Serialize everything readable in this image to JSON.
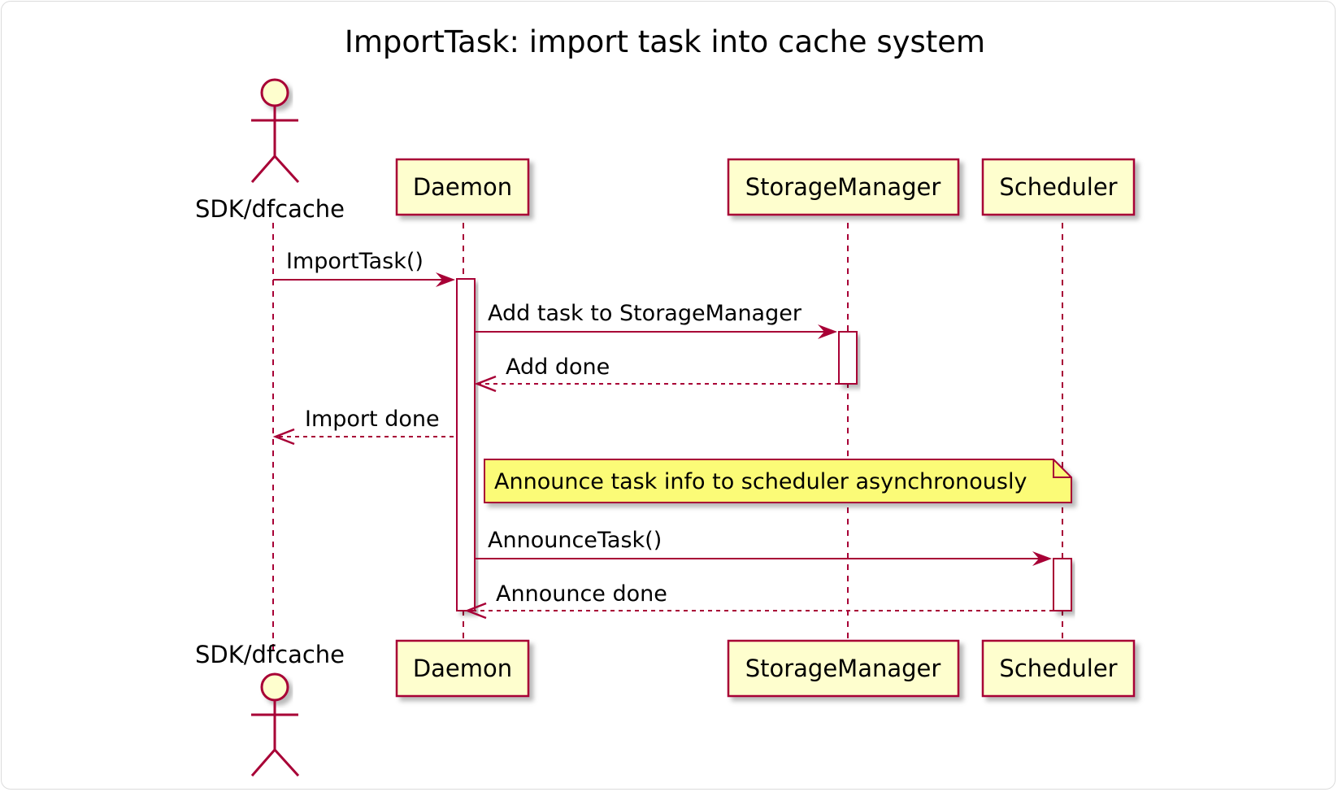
{
  "title": "ImportTask: import task into cache system",
  "actor": {
    "name": "SDK/dfcache"
  },
  "participants": {
    "daemon": "Daemon",
    "storage_manager": "StorageManager",
    "scheduler": "Scheduler"
  },
  "messages": {
    "import_task": "ImportTask()",
    "add_task": "Add task to StorageManager",
    "add_done": "Add done",
    "import_done": "Import done",
    "announce_task": "AnnounceTask()",
    "announce_done": "Announce done"
  },
  "note": {
    "text": "Announce task info to scheduler asynchronously"
  },
  "colors": {
    "line": "#A80036",
    "participant_fill": "#FEFECE",
    "note_fill": "#FBFB77",
    "shadow": "#c8c8c8",
    "text": "#000000"
  }
}
